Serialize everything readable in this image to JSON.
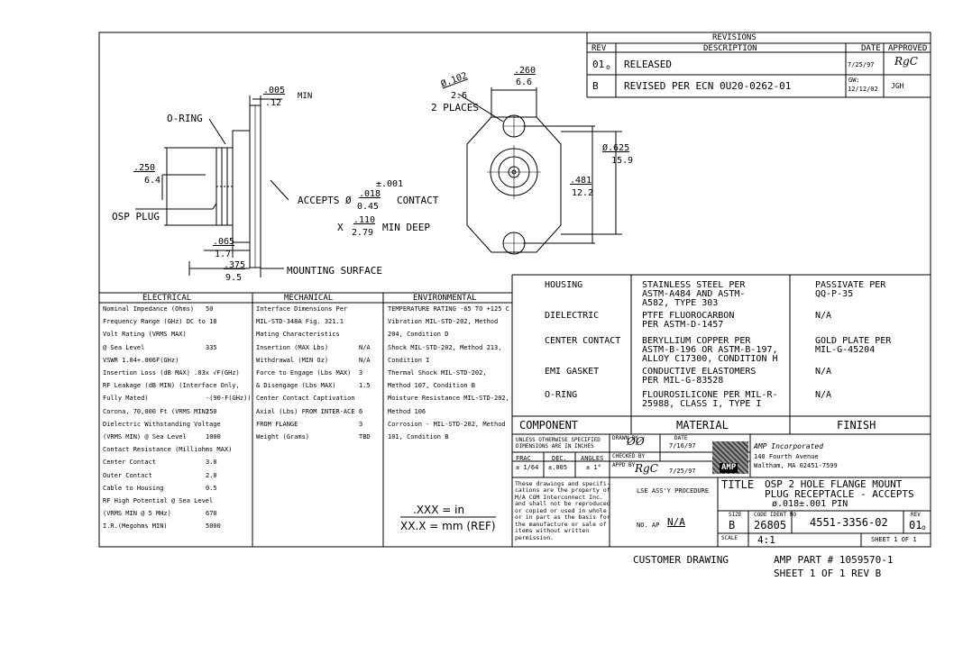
{
  "revisions": {
    "title": "REVISIONS",
    "col_rev": "REV",
    "col_desc": "DESCRIPTION",
    "col_date": "DATE",
    "col_approved": "APPROVED",
    "rows": [
      {
        "rev": "01",
        "rev_sub": "o",
        "desc": "RELEASED",
        "date": "7/25/97",
        "approved": "RgC"
      },
      {
        "rev": "B",
        "desc": "REVISED PER ECN 0U20-0262-01",
        "date_top": "GW:",
        "date": "12/12/02",
        "approved": "JGH"
      }
    ]
  },
  "drawing": {
    "oring": "O-RING",
    "osp_plug": "OSP PLUG",
    "dim_005_top": ".005",
    "dim_012": ".12",
    "min": "MIN",
    "dia_250": ".250",
    "dia_64": "6.4",
    "accepts": "ACCEPTS Ø",
    "tol": "±.001",
    "dim_018": ".018",
    "dim_045": "0.45",
    "contact": "CONTACT",
    "x": "X",
    "dim_110": ".110",
    "dim_279": "2.79",
    "min_deep": "MIN DEEP",
    "dim_065": ".065",
    "dim_17": "1.7",
    "dim_375": ".375",
    "dim_95": "9.5",
    "mounting_surface": "MOUNTING SURFACE",
    "dia_102": "Ø.102",
    "dim_26": "2.6",
    "two_places": "2 PLACES",
    "dim_260": ".260",
    "dim_66": "6.6",
    "dia_625": "Ø.625",
    "dim_159": "15.9",
    "dim_481": ".481",
    "dim_122": "12.2"
  },
  "specs": {
    "electrical": {
      "header": "ELECTRICAL",
      "rows": [
        {
          "label": "Nominal Impedance (Ohms)",
          "value": "50"
        },
        {
          "label": "Frequency Range (GHz) DC to 18",
          "value": ""
        },
        {
          "label": "Volt Rating (VRMS MAX)",
          "value": ""
        },
        {
          "label": "  @ Sea Level",
          "value": "335"
        },
        {
          "label": "VSWR 1.04+.006F(GHz)",
          "value": ""
        },
        {
          "label": "Insertion Loss (dB MAX) .03x √F(GHz)",
          "value": ""
        },
        {
          "label": "RF Leakage (dB MIN) (Interface Only,",
          "value": ""
        },
        {
          "label": "   Fully Mated)",
          "value": "-(90-F(GHz))"
        },
        {
          "label": "Corona, 70,000 Ft (VRMS MIN)",
          "value": "250"
        },
        {
          "label": "Dielectric Withstanding Voltage",
          "value": ""
        },
        {
          "label": "  (VRMS MIN) @ Sea Level",
          "value": "1000"
        },
        {
          "label": "Contact Resistance (Milliohms MAX)",
          "value": ""
        },
        {
          "label": "  Center Contact",
          "value": "3.0"
        },
        {
          "label": "  Outer Contact",
          "value": "2.0"
        },
        {
          "label": "  Cable to Housing",
          "value": "0.5"
        },
        {
          "label": "RF High Potential @ Sea Level",
          "value": ""
        },
        {
          "label": "  (VRMS MIN @ 5 MHz)",
          "value": "670"
        },
        {
          "label": "I.R.(Megohms MIN)",
          "value": "5000"
        }
      ]
    },
    "mechanical": {
      "header": "MECHANICAL",
      "rows": [
        {
          "label": "Interface Dimensions Per",
          "value": ""
        },
        {
          "label": "   MIL-STD-348A Fig. 321.1",
          "value": ""
        },
        {
          "label": "Mating Characteristics",
          "value": ""
        },
        {
          "label": "   Insertion (MAX Lbs)",
          "value": "N/A"
        },
        {
          "label": "   Withdrawal (MIN Oz)",
          "value": "N/A"
        },
        {
          "label": "Force to Engage (Lbs MAX)",
          "value": "3"
        },
        {
          "label": "   & Disengage (Lbs MAX)",
          "value": "1.5"
        },
        {
          "label": "Center Contact Captivation",
          "value": ""
        },
        {
          "label": "   Axial (Lbs) FROM INTER-ACE",
          "value": "6"
        },
        {
          "label": "                 FROM FLANGE",
          "value": "3"
        },
        {
          "label": "Weight (Grams)",
          "value": "TBD"
        }
      ]
    },
    "environmental": {
      "header": "ENVIRONMENTAL",
      "rows": [
        "TEMPERATURE RATING -65 TO +125 C",
        "Vibration MIL-STD-202, Method",
        "   204, Condition D",
        "Shock MIL-STD-202, Method 213,",
        "   Condition I",
        "Thermal Shock MIL-STD-202,",
        "   Method 107, Condition B",
        "Moisture Resistance MIL-STD-202,",
        "   Method 106",
        "Corrosion - MIL-STD-202, Method",
        "   101, Condition B"
      ]
    },
    "units_line1": ".XXX = in",
    "units_line2": "XX.X = mm (REF)"
  },
  "materials": {
    "rows": [
      {
        "component": "HOUSING",
        "material": "STAINLESS STEEL PER\nASTM-A484 AND ASTM-\nA582, TYPE 303",
        "finish": "PASSIVATE PER\nQQ-P-35"
      },
      {
        "component": "DIELECTRIC",
        "material": "PTFE FLUOROCARBON\nPER ASTM-D-1457",
        "finish": "N/A"
      },
      {
        "component": "CENTER CONTACT",
        "material": "BERYLLIUM COPPER PER\nASTM-B-196 OR ASTM-B-197,\nALLOY C17300, CONDITION H",
        "finish": "GOLD PLATE PER\nMIL-G-45204"
      },
      {
        "component": "EMI GASKET",
        "material": "CONDUCTIVE ELASTOMERS\nPER MIL-G-83528",
        "finish": "N/A"
      },
      {
        "component": "O-RING",
        "material": "FLOUROSILICONE PER MIL-R-\n25988, CLASS I, TYPE I",
        "finish": "N/A"
      }
    ],
    "col_component": "COMPONENT",
    "col_material": "MATERIAL",
    "col_finish": "FINISH"
  },
  "titleblock": {
    "unless": "UNLESS OTHERWISE SPECIFIED\nDIMENSIONS ARE IN INCHES",
    "drawn_by": "DRAWN BY",
    "date_label": "DATE",
    "date_value": "7/16/97",
    "checked_by": "CHECKED BY",
    "appd_by": "APPD BY",
    "appd_date": "7/25/97",
    "frac": "FRAC",
    "frac_val": "± 1/64",
    "dec": "DEC.",
    "dec_val": "±.005",
    "angles": "ANGLES",
    "angles_val": "± 1°",
    "company": "AMP Incorporated",
    "address1": "140 Fourth Avenue",
    "address2": "Waltham, MA 02451-7599",
    "logo": "AMP",
    "notice": "These drawings and specifi-\ncations are the property of\nM/A COM Interconnect Inc.\nand shall not be reproduced\nor copied or used in whole\nor in part as the basis for\nthe manufacture or sale of\nitems without written\npermission.",
    "lse": "LSE ASS'Y PROCEDURE",
    "na_label": "NO. AP",
    "na_value": "N/A",
    "title_label": "TITLE",
    "title_line1": "OSP 2 HOLE FLANGE MOUNT",
    "title_line2": "PLUG RECEPTACLE - ACCEPTS",
    "title_line3": "ø.018±.001 PIN",
    "size_label": "SIZE",
    "size_value": "B",
    "code_label": "CODE IDENT NO",
    "code_value": "26805",
    "part_number": "4551-3356-02",
    "rev_label": "REV",
    "rev_value": "01",
    "rev_sub": "o",
    "scale_label": "SCALE",
    "scale_value": "4:1",
    "sheet": "SHEET 1 OF 1"
  },
  "footer": {
    "customer_drawing": "CUSTOMER DRAWING",
    "amp_part": "AMP PART # 1059570-1",
    "sheet_rev": "SHEET 1 OF 1  REV B"
  }
}
